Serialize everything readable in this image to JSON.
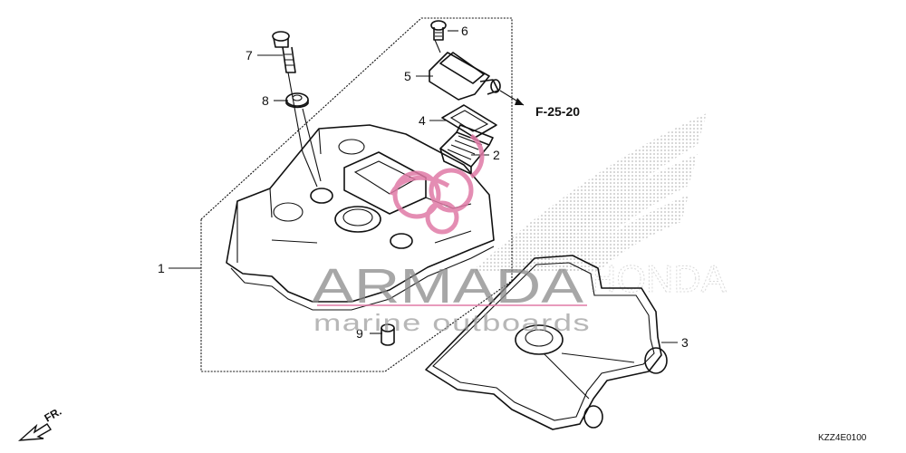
{
  "callouts": {
    "p1": "1",
    "p2": "2",
    "p3": "3",
    "p4": "4",
    "p5": "5",
    "p6": "6",
    "p7": "7",
    "p8": "8",
    "p9": "9"
  },
  "reference": "F-25-20",
  "direction": "FR.",
  "diagram_code": "KZZ4E0100",
  "watermark": {
    "title": "ARMADA",
    "subtitle": "marine outboards",
    "brand_faint": "HONDA",
    "logo_color": "#e07aa6"
  }
}
